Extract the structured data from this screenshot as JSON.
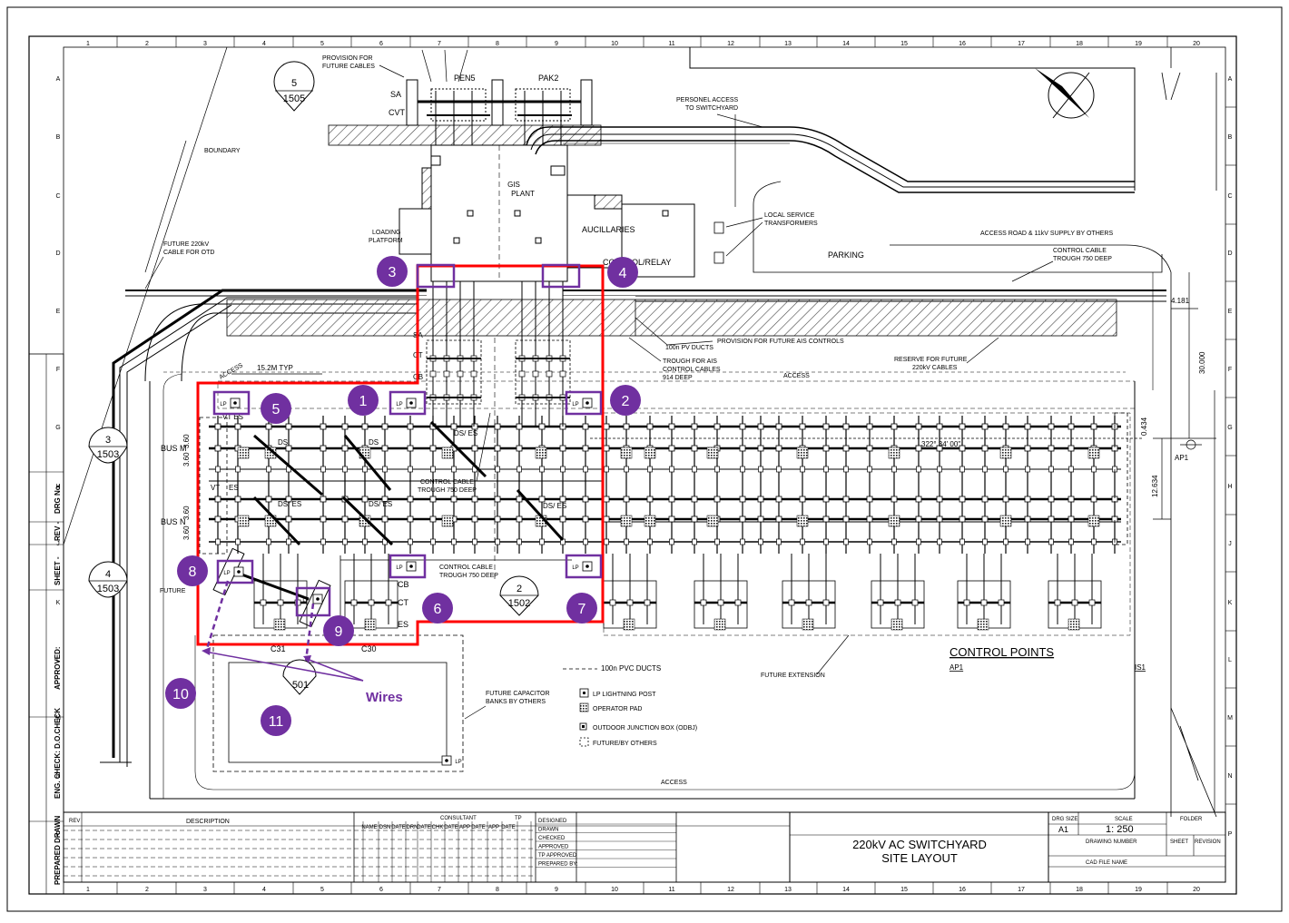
{
  "colors": {
    "callout": "#7030a0",
    "highlight": "#ff0000",
    "line": "#000000",
    "hatch": "#555555"
  },
  "border": {
    "columns": [
      "1",
      "2",
      "3",
      "4",
      "5",
      "6",
      "7",
      "8",
      "9",
      "10",
      "11",
      "12",
      "13",
      "14",
      "15",
      "16",
      "17",
      "18",
      "19",
      "20"
    ],
    "rows": [
      "A",
      "B",
      "C",
      "D",
      "E",
      "F",
      "G",
      "H",
      "J",
      "K",
      "L",
      "M",
      "N",
      "P"
    ]
  },
  "labels": {
    "provision_future_cables": [
      "PROVISION FOR",
      "FUTURE CABLES"
    ],
    "pen5": "PEN5",
    "pak2": "PAK2",
    "sa_top": "SA",
    "cvt": "CVT",
    "boundary": "BOUNDARY",
    "personnel_access": [
      "PERSONEL ACCESS",
      "TO SWITCHYARD"
    ],
    "gis_plant": [
      "GIS",
      "PLANT"
    ],
    "auxiliaries": "AUCILLARIES",
    "loading_platform": [
      "LOADING",
      "PLATFORM"
    ],
    "local_service": [
      "LOCAL SERVICE",
      "TRANSFORMERS"
    ],
    "access_road": "ACCESS ROAD & 11kV SUPPLY BY OTHERS",
    "future_cable_otd": [
      "FUTURE 220kV",
      "CABLE FOR OTD"
    ],
    "parking": "PARKING",
    "control_cable_trough_top": [
      "CONTROL CABLE",
      "TROUGH 750 DEEP"
    ],
    "control_relay": "CONTROL/RELAY",
    "dim_4181": "4.181",
    "provision_ais": "PROVISION FOR FUTURE AIS CONTROLS",
    "pv_ducts": "100n PV DUCTS",
    "trough_ais": [
      "TROUGH FOR AIS",
      "CONTROL CABLES",
      "914 DEEP"
    ],
    "access_mid": "ACCESS",
    "reserve_cables": [
      "RESERVE FOR  FUTURE",
      "220kV CABLES"
    ],
    "dim_30000": "30.000",
    "access_left": "ACCESS",
    "dim_152": "15.2M TYP",
    "sa_mid": "SA",
    "ct_mid": "CT",
    "cb_mid": "CB",
    "dim_0434": "0.434",
    "angle": "322° 34' 00\"",
    "ap1_right": "AP1",
    "dim_12634": "12.634",
    "bus_m": "BUS M",
    "bus_n": "BUS N",
    "dim_360": "3.60",
    "vt_es": "VT ES",
    "vt": "VT",
    "es": "ES",
    "ds": "DS",
    "ds_es": "DS/ ES",
    "control_cable_mid": [
      "CONTROL CABLE",
      "TROUGH 750 DEEP"
    ],
    "control_cable_low": [
      "CONTROL CABLE",
      "TROUGH 750 DEEP"
    ],
    "future_left": "FUTURE",
    "cb": "CB",
    "ct": "CT",
    "es_low": "ES",
    "c31": "C31",
    "c30": "C30",
    "lp": "LP",
    "ref_5_1505": [
      "5",
      "1505"
    ],
    "ref_3_1503": [
      "3",
      "1503"
    ],
    "ref_4_1503": [
      "4",
      "1503"
    ],
    "ref_2_1502": [
      "2",
      "1502"
    ],
    "ref_501": "501",
    "pvc_ducts_legend": "100n PVC DUCTS",
    "future_extension": "FUTURE EXTENSION",
    "control_points": "CONTROL POINTS",
    "ap1_low": "AP1",
    "is1": "IS1",
    "future_capacitor": [
      "FUTURE CAPACITOR",
      "BANKS BY OTHERS"
    ],
    "access_bottom": "ACCESS",
    "legend": {
      "lightning": "LP  LIGHTNING POST",
      "operator": "OPERATOR PAD",
      "odbj": "OUTDOOR JUNCTION BOX (ODBJ)",
      "future": "FUTURE/BY OTHERS"
    }
  },
  "side_panel": [
    "DRG No.",
    "REV -",
    "SHEET -",
    "APPROVED:",
    "ENG. CHECK: D.O.CHECK",
    "PREPARED DRAWN"
  ],
  "title_block": {
    "rev": "REV",
    "description": "DESCRIPTION",
    "consultant": "CONSULTANT",
    "tp": "TP",
    "cols": [
      "NAME",
      "DSN",
      "DATE",
      "DRN",
      "DATE",
      "CHK",
      "DATE",
      "APP",
      "DATE",
      "APP",
      "DATE"
    ],
    "roles": [
      "DESIGNED",
      "DRAWN",
      "CHECKED",
      "APPROVED",
      "TP APPROVED",
      "PREPARED BY:"
    ],
    "title_line1": "220kV AC SWITCHYARD",
    "title_line2": "SITE LAYOUT",
    "drg_size_label": "DRG SIZE",
    "drg_size": "A1",
    "scale_label": "SCALE",
    "scale": "1: 250",
    "folder": "FOLDER",
    "drawing_number": "DRAWING NUMBER",
    "sheet": "SHEET",
    "revision": "REVISION",
    "cad_file": "CAD FILE NAME"
  },
  "callouts": [
    "1",
    "2",
    "3",
    "4",
    "5",
    "6",
    "7",
    "8",
    "9",
    "10",
    "11"
  ],
  "wires_label": "Wires"
}
